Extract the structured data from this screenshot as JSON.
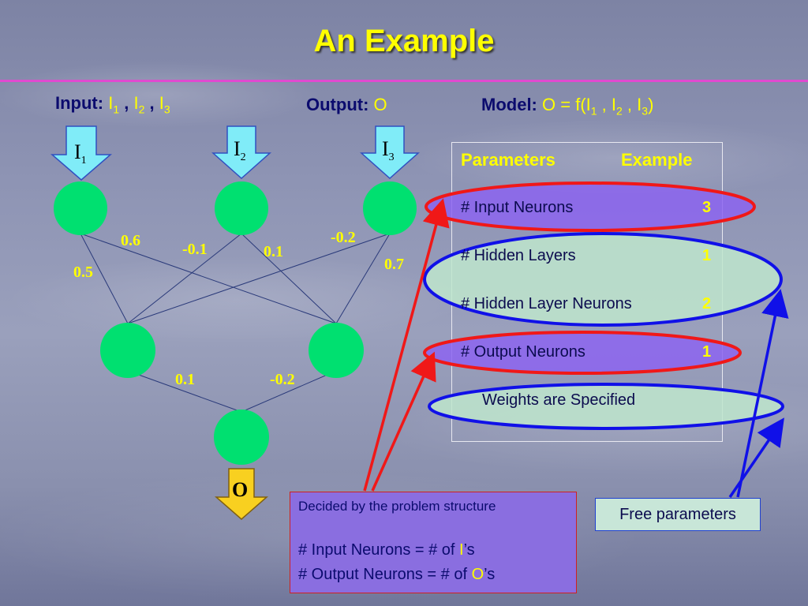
{
  "slide": {
    "title": "An Example",
    "input_label": "Input:",
    "input_vars": "I",
    "output_label": "Output:",
    "output_var": "O",
    "model_label": "Model:",
    "model_expr_prefix": "O = f(I",
    "model_expr_suffix": ")"
  },
  "network": {
    "inputs": [
      {
        "label": "I",
        "sub": "1"
      },
      {
        "label": "I",
        "sub": "2"
      },
      {
        "label": "I",
        "sub": "3"
      }
    ],
    "output_label": "O",
    "weights_layer1": [
      "0.6",
      "-0.1",
      "0.1",
      "-0.2",
      "0.5",
      "0.7"
    ],
    "weights_layer2": [
      "0.1",
      "-0.2"
    ],
    "colors": {
      "node": "#00e070",
      "input_arrow": "#80ecf8",
      "output_arrow": "#f8d020"
    }
  },
  "table": {
    "header_left": "Parameters",
    "header_right": "Example",
    "rows": [
      {
        "label": "# Input Neurons",
        "value": "3"
      },
      {
        "label": "# Hidden Layers",
        "value": "1"
      },
      {
        "label": "# Hidden Layer Neurons",
        "value": "2"
      },
      {
        "label": "# Output Neurons",
        "value": "1"
      },
      {
        "label": "Weights are Specified",
        "value": ""
      }
    ]
  },
  "notes": {
    "decided_title": "Decided by the problem structure",
    "decided_line1_prefix": "# Input Neurons = # of ",
    "decided_line1_var": "I",
    "decided_line1_suffix": "’s",
    "decided_line2_prefix": "# Output Neurons = # of ",
    "decided_line2_var": "O",
    "decided_line2_suffix": "’s",
    "free_params": "Free parameters"
  }
}
